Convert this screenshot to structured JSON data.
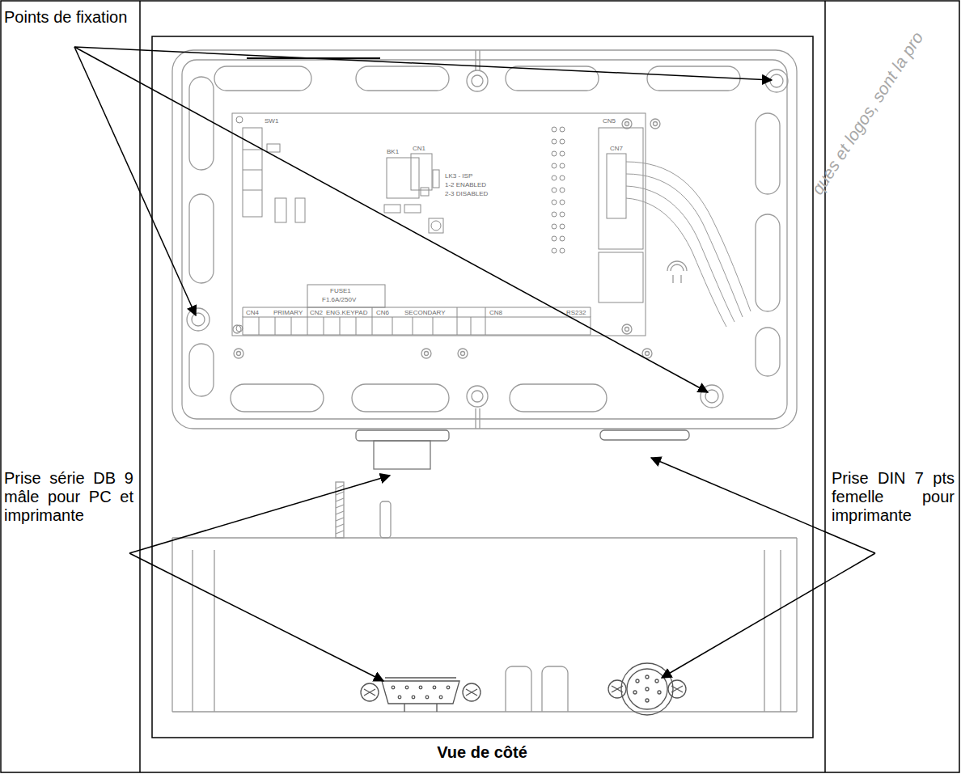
{
  "diagram": {
    "caption": "Vue de côté",
    "labels": [
      "Points de fixation",
      "Prise série DB 9 mâle pour PC et imprimante",
      "Prise DIN 7 pts femelle pour imprimante",
      "ques et logos, sont la pro",
      "SW1",
      "BK1",
      "CN1",
      "LK3 - ISP",
      "1-2 ENABLED",
      "2-3 DISABLED",
      "FUSE1",
      "F1.6A/250V",
      "CN4",
      "PRIMARY",
      "CN2",
      "ENG.KEYPAD",
      "CN6",
      "SECONDARY",
      "CN5",
      "CN7",
      "CN8",
      "RS232"
    ]
  }
}
